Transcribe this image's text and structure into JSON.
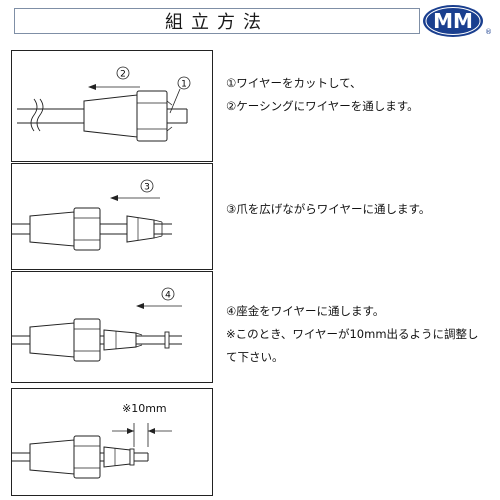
{
  "header": {
    "title": "組立方法",
    "logo_text": "MM",
    "reg_mark": "®",
    "brand_color": "#1a3f8f"
  },
  "panels": [
    {
      "callouts": [
        "2",
        "1"
      ]
    },
    {
      "callouts": [
        "3"
      ]
    },
    {
      "callouts": [
        "4"
      ]
    },
    {
      "dimension_label": "※10mm"
    }
  ],
  "steps": [
    {
      "lines": [
        "①ワイヤーをカットして、",
        "②ケーシングにワイヤーを通します。"
      ]
    },
    {
      "lines": [
        "③爪を広げながらワイヤーに通します。"
      ]
    },
    {
      "lines": [
        "④座金をワイヤーに通します。",
        "※このとき、ワイヤーが10mm出るように調整し",
        "て下さい。"
      ]
    }
  ]
}
